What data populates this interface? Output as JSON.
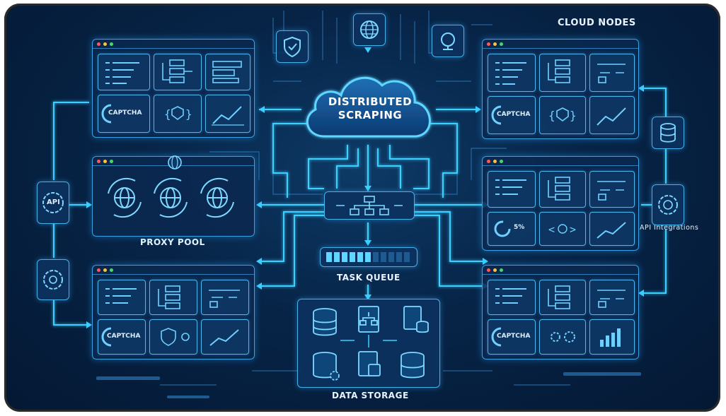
{
  "title": [
    "DISTRIBUTED",
    "SCRAPING"
  ],
  "labels": {
    "cloud_nodes": "CLOUD NODES",
    "proxy_pool": "PROXY POOL",
    "task_queue": "TASK QUEUE",
    "data_storage": "DATA STORAGE",
    "api_integrations": "API Integrations",
    "api_badge": "API",
    "captcha": "CAPTCHA",
    "percent": "5%"
  },
  "colors": {
    "background": "#072447",
    "glow": "#3ad0ff",
    "panel_border": "#3aa0e0"
  },
  "icons": [
    "shield-icon",
    "globe-icon",
    "location-pin-icon",
    "database-icon",
    "gear-icon",
    "chart-icon",
    "document-icon",
    "hierarchy-icon"
  ]
}
